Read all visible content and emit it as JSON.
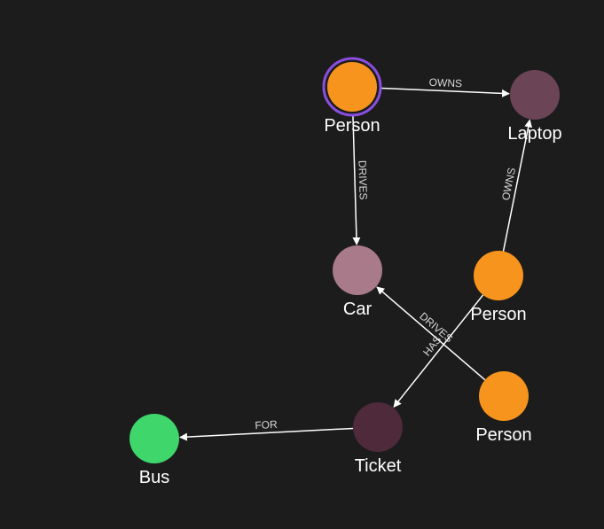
{
  "graph": {
    "nodes": [
      {
        "id": "n1",
        "label": "Person",
        "color": "#f7941d",
        "selected": true,
        "selection_color": "#8a4fe0"
      },
      {
        "id": "n2",
        "label": "Laptop",
        "color": "#6b4455"
      },
      {
        "id": "n3",
        "label": "Car",
        "color": "#a87a8a"
      },
      {
        "id": "n4",
        "label": "Person",
        "color": "#f7941d"
      },
      {
        "id": "n5",
        "label": "Person",
        "color": "#f7941d"
      },
      {
        "id": "n6",
        "label": "Ticket",
        "color": "#4e2a3b"
      },
      {
        "id": "n7",
        "label": "Bus",
        "color": "#3fd66b"
      }
    ],
    "edges": [
      {
        "from": "n1",
        "to": "n2",
        "label": "OWNS"
      },
      {
        "from": "n1",
        "to": "n3",
        "label": "DRIVES"
      },
      {
        "from": "n4",
        "to": "n2",
        "label": "OWNS"
      },
      {
        "from": "n5",
        "to": "n3",
        "label": "DRIVES"
      },
      {
        "from": "n4",
        "to": "n6",
        "label": "HAS"
      },
      {
        "from": "n6",
        "to": "n7",
        "label": "FOR"
      }
    ]
  }
}
